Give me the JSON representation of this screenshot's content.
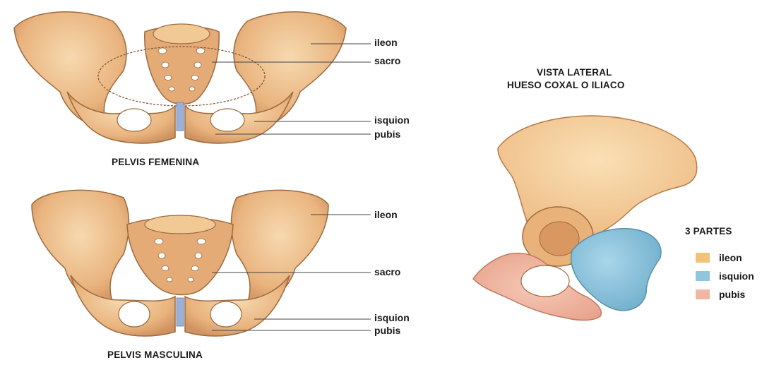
{
  "female_pelvis": {
    "caption": "PELVIS FEMENINA",
    "labels": {
      "ileon": "ileon",
      "sacro": "sacro",
      "isquion": "isquion",
      "pubis": "pubis"
    }
  },
  "male_pelvis": {
    "caption": "PELVIS MASCULINA",
    "labels": {
      "ileon": "ileon",
      "sacro": "sacro",
      "isquion": "isquion",
      "pubis": "pubis"
    }
  },
  "lateral_view": {
    "title_line1": "VISTA LATERAL",
    "title_line2": "HUESO COXAL O ILIACO"
  },
  "legend": {
    "title": "3 PARTES",
    "items": [
      {
        "label": "ileon",
        "color": "#f2c27a"
      },
      {
        "label": "isquion",
        "color": "#8fc6de"
      },
      {
        "label": "pubis",
        "color": "#f2b5a3"
      }
    ]
  },
  "colors": {
    "bone": "#e9b47e",
    "bone_light": "#f5d3a6",
    "bone_shadow": "#c98a58",
    "bone_outline": "#9e6a3f",
    "isquion_blue": "#8fc6de",
    "pubis_pink": "#f0b49f",
    "cartilage": "#9bb0d6"
  }
}
